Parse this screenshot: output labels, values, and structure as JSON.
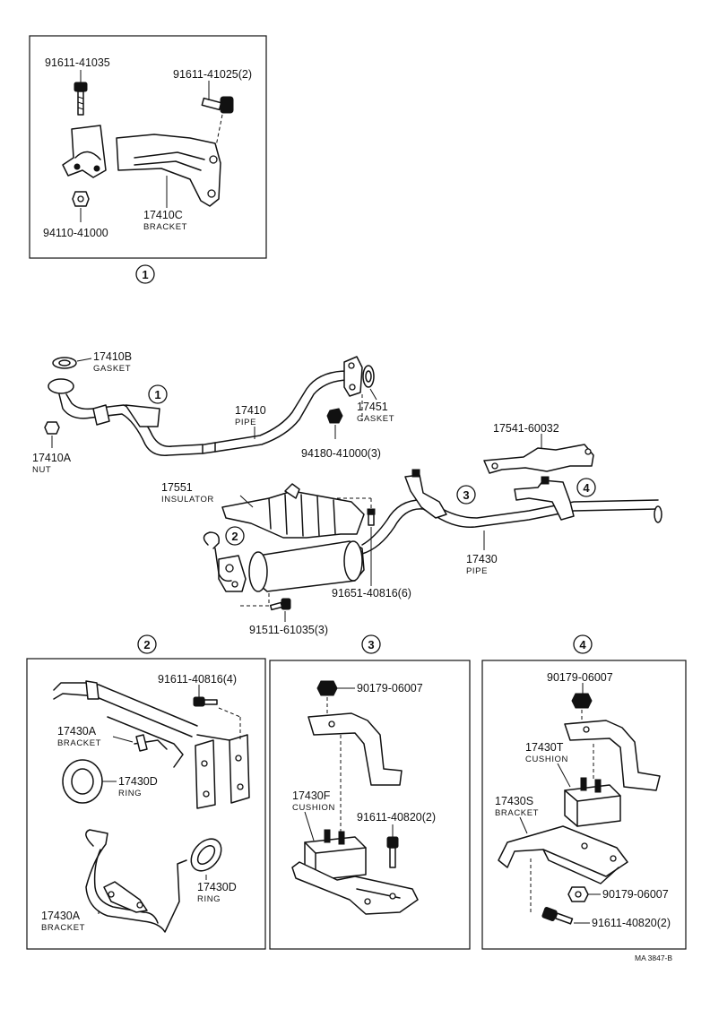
{
  "diagram": {
    "document_ref": "MA 3847-B",
    "views": [
      {
        "number": "1"
      },
      {
        "number": "2"
      },
      {
        "number": "3"
      },
      {
        "number": "4"
      }
    ],
    "callouts": [
      "1",
      "2",
      "3",
      "4"
    ],
    "parts": {
      "view1_bolt_a": {
        "number": "91611-41035"
      },
      "view1_bolt_b": {
        "number": "91611-41025(2)"
      },
      "view1_nut": {
        "number": "94110-41000"
      },
      "view1_bracket": {
        "number": "17410C",
        "name": "BRACKET"
      },
      "gasket_front": {
        "number": "17410B",
        "name": "GASKET"
      },
      "nut_front": {
        "number": "17410A",
        "name": "NUT"
      },
      "front_pipe": {
        "number": "17410",
        "name": "PIPE"
      },
      "gasket_rear": {
        "number": "17451",
        "name": "GASKET"
      },
      "nut_rear": {
        "number": "94180-41000(3)"
      },
      "hanger_bracket": {
        "number": "17541-60032"
      },
      "insulator": {
        "number": "17551",
        "name": "INSULATOR"
      },
      "tail_pipe": {
        "number": "17430",
        "name": "PIPE"
      },
      "bolt_insulator": {
        "number": "91651-40816(6)"
      },
      "bolt_muffler": {
        "number": "91511-61035(3)"
      },
      "view2_bolt": {
        "number": "91611-40816(4)"
      },
      "view2_bracket_a": {
        "number": "17430A",
        "name": "BRACKET"
      },
      "view2_ring_a": {
        "number": "17430D",
        "name": "RING"
      },
      "view2_ring_b": {
        "number": "17430D",
        "name": "RING"
      },
      "view2_bracket_b": {
        "number": "17430A",
        "name": "BRACKET"
      },
      "view3_nut": {
        "number": "90179-06007"
      },
      "view3_cushion": {
        "number": "17430F",
        "name": "CUSHION"
      },
      "view3_bolt": {
        "number": "91611-40820(2)"
      },
      "view4_nut_top": {
        "number": "90179-06007"
      },
      "view4_cushion": {
        "number": "17430T",
        "name": "CUSHION"
      },
      "view4_bracket": {
        "number": "17430S",
        "name": "BRACKET"
      },
      "view4_nut_bottom": {
        "number": "90179-06007"
      },
      "view4_bolt": {
        "number": "91611-40820(2)"
      }
    }
  }
}
